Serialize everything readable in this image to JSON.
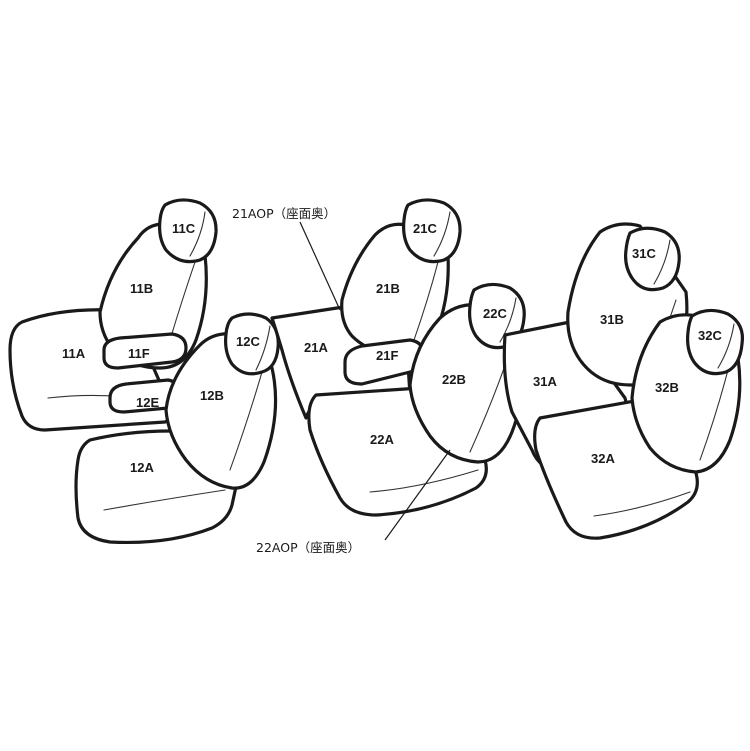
{
  "labels": {
    "p11A": "11A",
    "p11B": "11B",
    "p11C": "11C",
    "p11F": "11F",
    "p12E": "12E",
    "p12A": "12A",
    "p12B": "12B",
    "p12C": "12C",
    "p21A": "21A",
    "p21B": "21B",
    "p21C": "21C",
    "p21F": "21F",
    "p22A": "22A",
    "p22B": "22B",
    "p22C": "22C",
    "p31A": "31A",
    "p31B": "31B",
    "p31C": "31C",
    "p32A": "32A",
    "p32B": "32B",
    "p32C": "32C"
  },
  "callouts": {
    "c21AOP": "21AOP（座面奥）",
    "c22AOP": "22AOP（座面奥）"
  },
  "colors": {
    "stroke": "#1a1a1a",
    "background": "#ffffff"
  }
}
